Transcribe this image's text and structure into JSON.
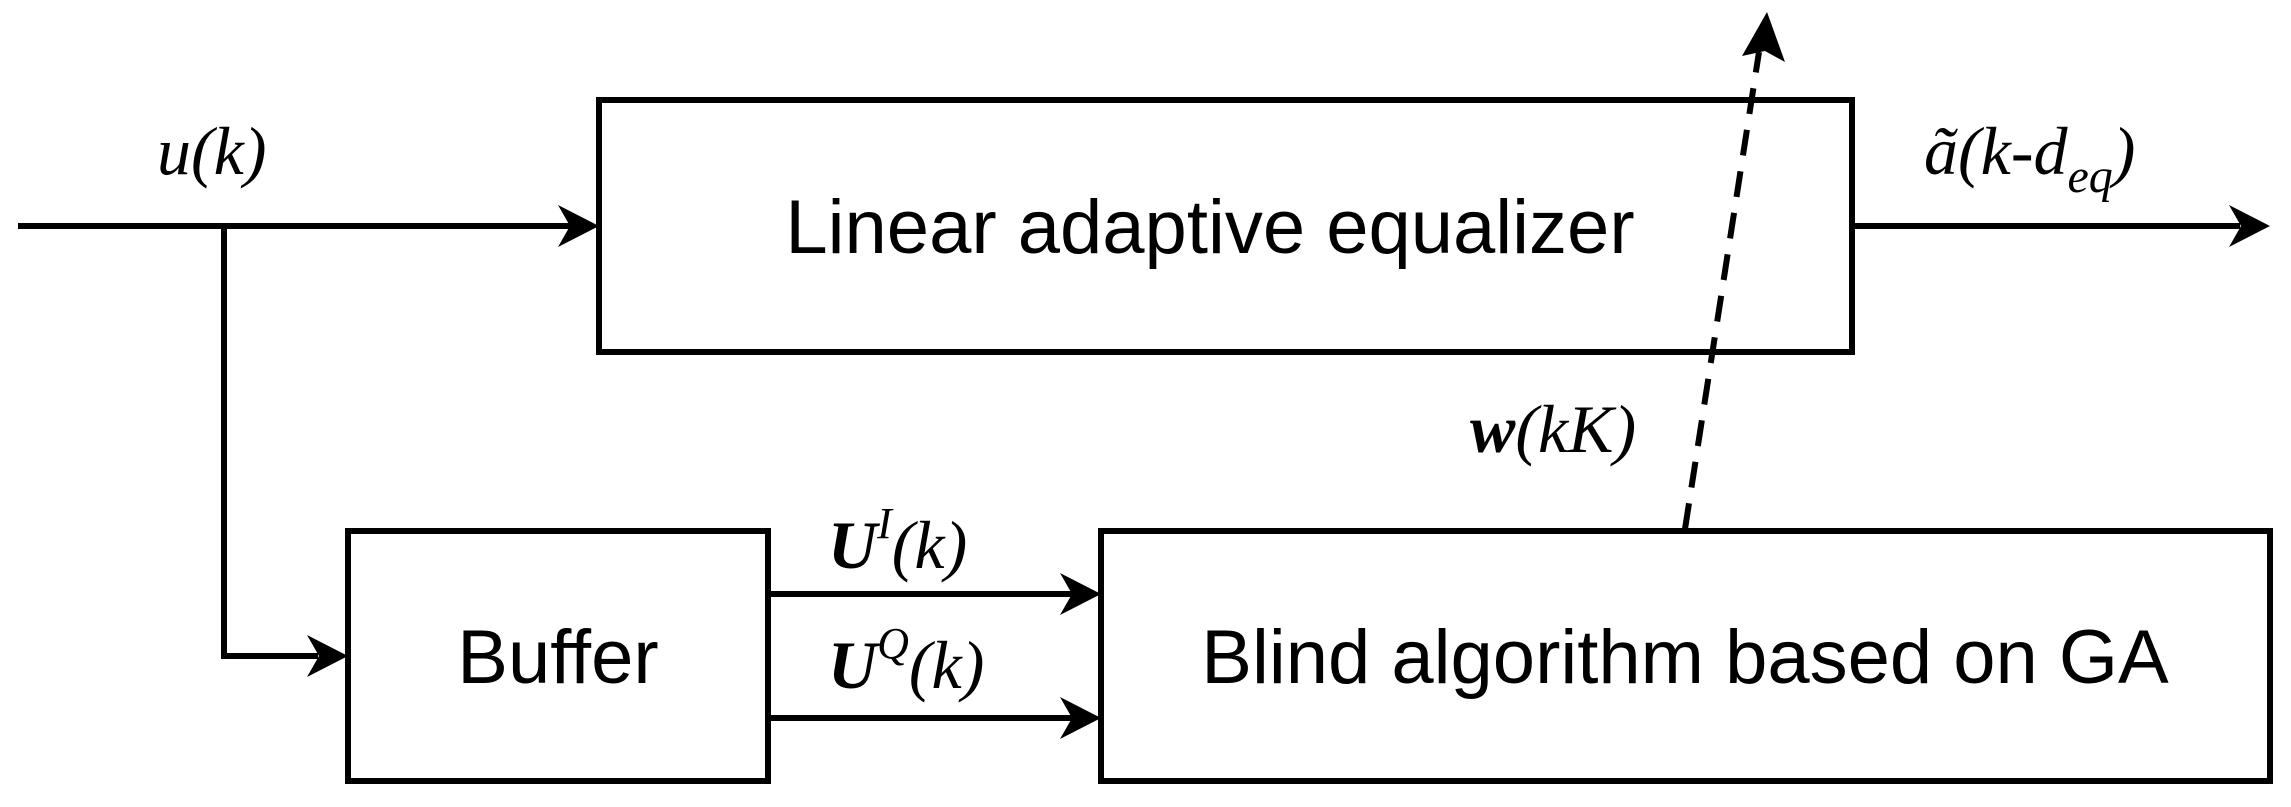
{
  "blocks": {
    "equalizer": "Linear adaptive equalizer",
    "buffer": "Buffer",
    "blind": "Blind algorithm based on GA"
  },
  "signals": {
    "input": "u(k)",
    "output_base": "ã(k-d",
    "output_sub": "eq",
    "output_close": ")",
    "weights_bold": "w",
    "weights_rest": "(kK)",
    "in_phase_bold": "U",
    "in_phase_sup": "I",
    "in_phase_rest": "(k)",
    "quadrature_bold": "U",
    "quadrature_sup": "Q",
    "quadrature_rest": "(k)"
  }
}
